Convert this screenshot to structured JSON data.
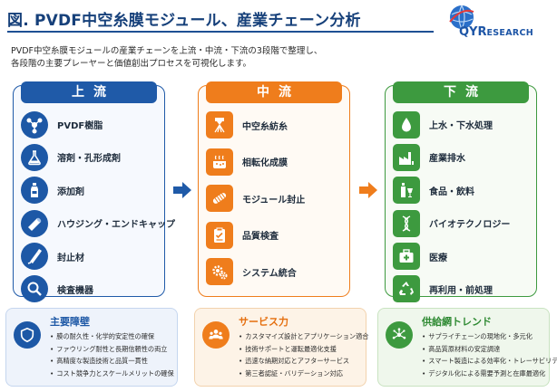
{
  "title": "図. PVDF中空糸膜モジュール、産業チェーン分析",
  "subtitle_lines": [
    "PVDF中空糸膜モジュールの産業チェーンを上流・中流・下流の3段階で整理し、",
    "各段階の主要プレーヤーと価値創出プロセスを可視化します。"
  ],
  "logo": {
    "main": "QYR",
    "sub": "ESEARCH"
  },
  "columns": {
    "upstream": {
      "header": "上流",
      "items": [
        {
          "label": "PVDF樹脂",
          "icon": "molecule-icon"
        },
        {
          "label": "溶剤・孔形成剤",
          "icon": "flask-icon"
        },
        {
          "label": "添加剤",
          "icon": "bottle-icon"
        },
        {
          "label": "ハウジング・エンドキャップ",
          "icon": "pipe-icon"
        },
        {
          "label": "封止材",
          "icon": "tube-icon"
        },
        {
          "label": "検査機器",
          "icon": "magnifier-icon"
        }
      ]
    },
    "midstream": {
      "header": "中流",
      "items": [
        {
          "label": "中空糸紡糸",
          "icon": "spinneret-icon"
        },
        {
          "label": "相転化成膜",
          "icon": "bath-icon"
        },
        {
          "label": "モジュール封止",
          "icon": "module-icon"
        },
        {
          "label": "品質検査",
          "icon": "clipboard-icon"
        },
        {
          "label": "システム統合",
          "icon": "gears-icon"
        }
      ]
    },
    "downstream": {
      "header": "下流",
      "items": [
        {
          "label": "上水・下水処理",
          "icon": "water-drop-icon"
        },
        {
          "label": "産業排水",
          "icon": "factory-icon"
        },
        {
          "label": "食品・飲料",
          "icon": "bottle-glass-icon"
        },
        {
          "label": "バイオテクノロジー",
          "icon": "dna-icon"
        },
        {
          "label": "医療",
          "icon": "medical-kit-icon"
        },
        {
          "label": "再利用・前処理",
          "icon": "recycle-icon"
        }
      ]
    }
  },
  "panels": [
    {
      "title": "主要障壁",
      "icon": "shield-icon",
      "items": [
        "膜の耐久性・化学的安定性の確保",
        "ファウリング耐性と長期信頼性の両立",
        "高精度な製造技術と品質一貫性",
        "コスト競争力とスケールメリットの確保"
      ]
    },
    {
      "title": "サービス力",
      "icon": "people-icon",
      "items": [
        "カスタマイズ設計とアプリケーション適合",
        "技術サポートと運転最適化支援",
        "迅速な納期対応とアフターサービス",
        "第三者認証・バリデーション対応"
      ]
    },
    {
      "title": "供給網トレンド",
      "icon": "network-icon",
      "items": [
        "サプライチェーンの現地化・多元化",
        "高品質原材料の安定調達",
        "スマート製造による効率化・トレーサビリティ",
        "デジタル化による需要予測と在庫最適化"
      ]
    }
  ],
  "colors": {
    "upstream": "#1f5aa8",
    "midstream": "#ef7d1c",
    "downstream": "#3d9a3f",
    "title": "#16407a"
  }
}
